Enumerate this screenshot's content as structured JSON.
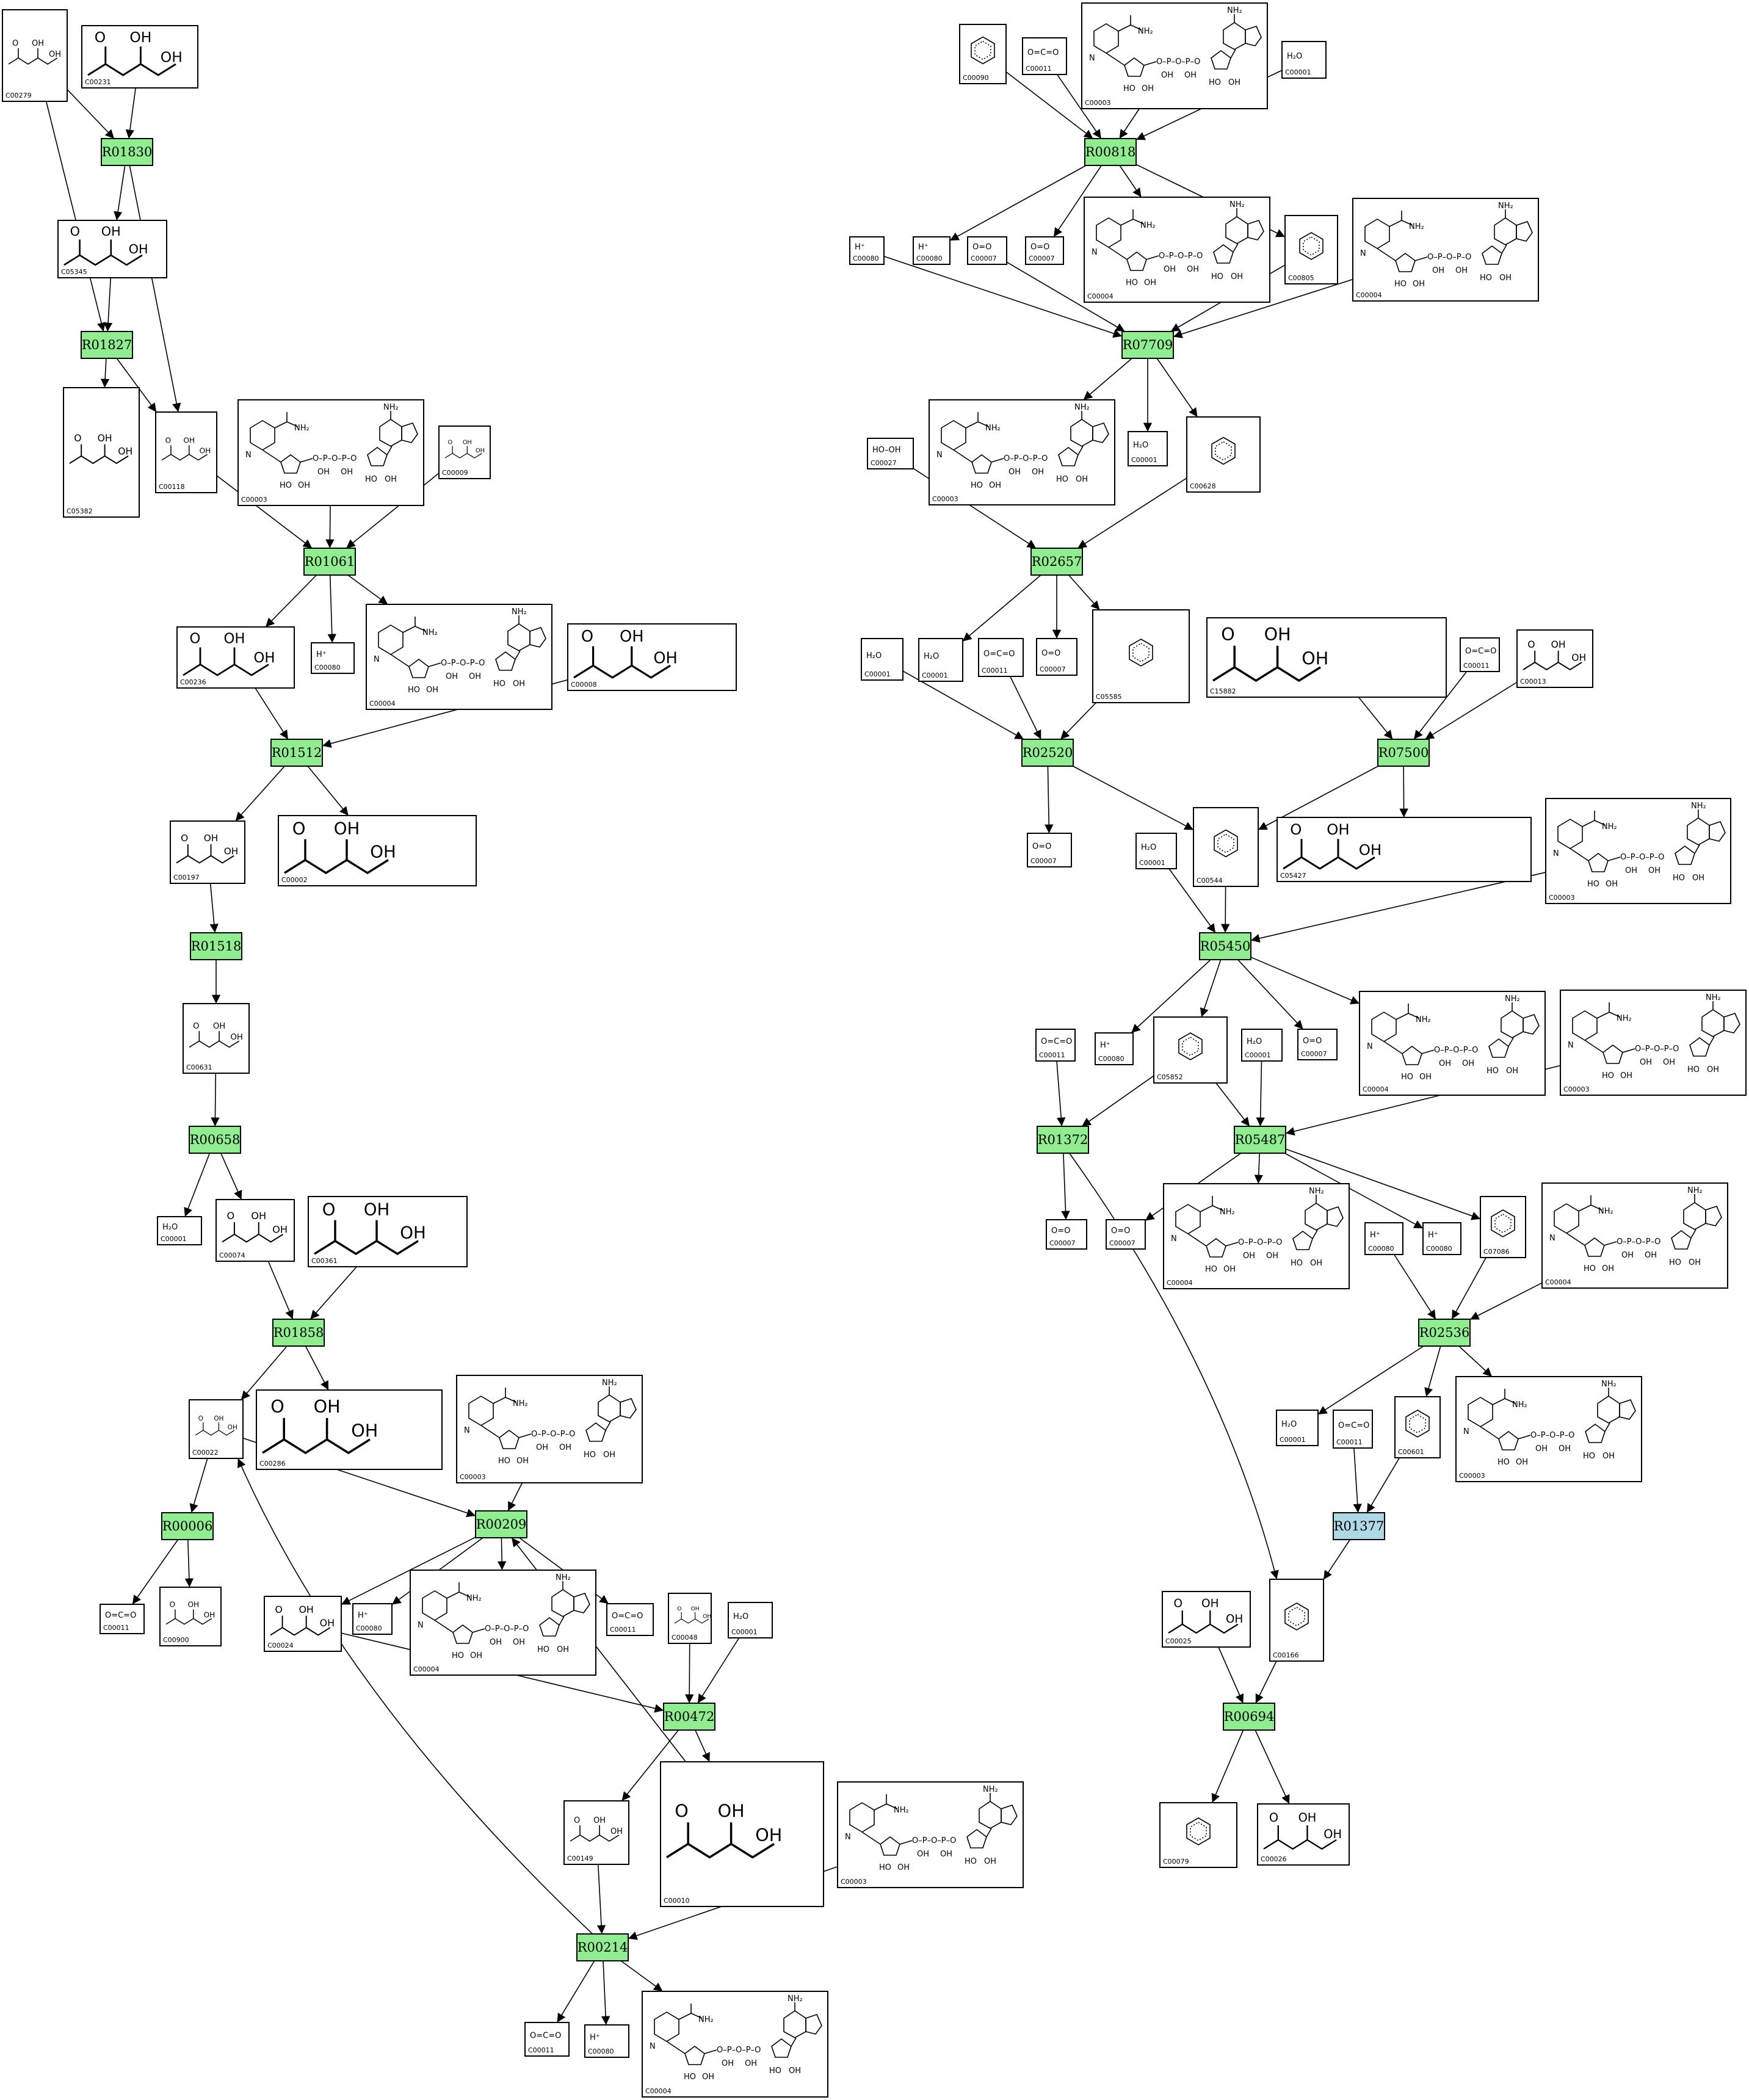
{
  "diagram": {
    "reactions": [
      {
        "id": "R01830",
        "type": "green"
      },
      {
        "id": "R01827",
        "type": "green"
      },
      {
        "id": "R01061",
        "type": "green"
      },
      {
        "id": "R01512",
        "type": "green"
      },
      {
        "id": "R01518",
        "type": "green"
      },
      {
        "id": "R00658",
        "type": "green"
      },
      {
        "id": "R01858",
        "type": "green"
      },
      {
        "id": "R00006",
        "type": "green"
      },
      {
        "id": "R00209",
        "type": "green"
      },
      {
        "id": "R00472",
        "type": "green"
      },
      {
        "id": "R00214",
        "type": "green"
      },
      {
        "id": "R00818",
        "type": "green"
      },
      {
        "id": "R07709",
        "type": "green"
      },
      {
        "id": "R02657",
        "type": "green"
      },
      {
        "id": "R02520",
        "type": "green"
      },
      {
        "id": "R07500",
        "type": "green"
      },
      {
        "id": "R05450",
        "type": "green"
      },
      {
        "id": "R01372",
        "type": "green"
      },
      {
        "id": "R05487",
        "type": "green"
      },
      {
        "id": "R02536",
        "type": "green"
      },
      {
        "id": "R01377",
        "type": "blue"
      },
      {
        "id": "R00694",
        "type": "green"
      }
    ],
    "compounds": [
      {
        "key": "c279",
        "id": "C00279",
        "formula": ""
      },
      {
        "key": "c231",
        "id": "C00231",
        "formula": ""
      },
      {
        "key": "c5345",
        "id": "C05345",
        "formula": ""
      },
      {
        "key": "c5382",
        "id": "C05382",
        "formula": ""
      },
      {
        "key": "c118",
        "id": "C00118",
        "formula": ""
      },
      {
        "key": "c3_a",
        "id": "C00003",
        "formula": ""
      },
      {
        "key": "c9_a",
        "id": "C00009",
        "formula": ""
      },
      {
        "key": "c236",
        "id": "C00236",
        "formula": ""
      },
      {
        "key": "c80_a",
        "id": "C00080",
        "formula": "H⁺"
      },
      {
        "key": "c4_a",
        "id": "C00004",
        "formula": ""
      },
      {
        "key": "c8",
        "id": "C00008",
        "formula": ""
      },
      {
        "key": "c197",
        "id": "C00197",
        "formula": ""
      },
      {
        "key": "c2",
        "id": "C00002",
        "formula": ""
      },
      {
        "key": "c631",
        "id": "C00631",
        "formula": ""
      },
      {
        "key": "c1_a",
        "id": "C00001",
        "formula": "H₂O"
      },
      {
        "key": "c74",
        "id": "C00074",
        "formula": ""
      },
      {
        "key": "c361",
        "id": "C00361",
        "formula": ""
      },
      {
        "key": "c22",
        "id": "C00022",
        "formula": ""
      },
      {
        "key": "c286",
        "id": "C00286",
        "formula": ""
      },
      {
        "key": "c3_b",
        "id": "C00003",
        "formula": ""
      },
      {
        "key": "c11_a",
        "id": "C00011",
        "formula": "O=C=O"
      },
      {
        "key": "c900",
        "id": "C00900",
        "formula": ""
      },
      {
        "key": "c24",
        "id": "C00024",
        "formula": ""
      },
      {
        "key": "c80_b",
        "id": "C00080",
        "formula": "H⁺"
      },
      {
        "key": "c4_b",
        "id": "C00004",
        "formula": ""
      },
      {
        "key": "c11_b",
        "id": "C00011",
        "formula": "O=C=O"
      },
      {
        "key": "c48",
        "id": "C00048",
        "formula": ""
      },
      {
        "key": "c1_b",
        "id": "C00001",
        "formula": "H₂O"
      },
      {
        "key": "c149",
        "id": "C00149",
        "formula": ""
      },
      {
        "key": "c10",
        "id": "C00010",
        "formula": ""
      },
      {
        "key": "c3_c",
        "id": "C00003",
        "formula": ""
      },
      {
        "key": "c11_c",
        "id": "C00011",
        "formula": "O=C=O"
      },
      {
        "key": "c80_c",
        "id": "C00080",
        "formula": "H⁺"
      },
      {
        "key": "c4_c",
        "id": "C00004",
        "formula": ""
      },
      {
        "key": "c90",
        "id": "C00090",
        "formula": ""
      },
      {
        "key": "c11_d",
        "id": "C00011",
        "formula": "O=C=O"
      },
      {
        "key": "c3_d",
        "id": "C00003",
        "formula": ""
      },
      {
        "key": "c1_c",
        "id": "C00001",
        "formula": "H₂O"
      },
      {
        "key": "c80_d",
        "id": "C00080",
        "formula": "H⁺"
      },
      {
        "key": "c80_e",
        "id": "C00080",
        "formula": "H⁺"
      },
      {
        "key": "c7_a",
        "id": "C00007",
        "formula": "O=O"
      },
      {
        "key": "c7_b",
        "id": "C00007",
        "formula": "O=O"
      },
      {
        "key": "c4_d",
        "id": "C00004",
        "formula": ""
      },
      {
        "key": "c805",
        "id": "C00805",
        "formula": ""
      },
      {
        "key": "c4_e",
        "id": "C00004",
        "formula": ""
      },
      {
        "key": "c27",
        "id": "C00027",
        "formula": "HO–OH"
      },
      {
        "key": "c3_e",
        "id": "C00003",
        "formula": ""
      },
      {
        "key": "c1_d",
        "id": "C00001",
        "formula": "H₂O"
      },
      {
        "key": "c628",
        "id": "C00628",
        "formula": ""
      },
      {
        "key": "c1_e",
        "id": "C00001",
        "formula": "H₂O"
      },
      {
        "key": "c1_f",
        "id": "C00001",
        "formula": "H₂O"
      },
      {
        "key": "c11_e",
        "id": "C00011",
        "formula": "O=C=O"
      },
      {
        "key": "c7_c",
        "id": "C00007",
        "formula": "O=O"
      },
      {
        "key": "c5585",
        "id": "C05585",
        "formula": ""
      },
      {
        "key": "c15882",
        "id": "C15882",
        "formula": ""
      },
      {
        "key": "c11_f",
        "id": "C00011",
        "formula": "O=C=O"
      },
      {
        "key": "c13",
        "id": "C00013",
        "formula": ""
      },
      {
        "key": "c7_d",
        "id": "C00007",
        "formula": "O=O"
      },
      {
        "key": "c1_g",
        "id": "C00001",
        "formula": "H₂O"
      },
      {
        "key": "c544",
        "id": "C00544",
        "formula": ""
      },
      {
        "key": "c5427",
        "id": "C05427",
        "formula": ""
      },
      {
        "key": "c3_f",
        "id": "C00003",
        "formula": ""
      },
      {
        "key": "c11_g",
        "id": "C00011",
        "formula": "O=C=O"
      },
      {
        "key": "c80_f",
        "id": "C00080",
        "formula": "H⁺"
      },
      {
        "key": "c5852",
        "id": "C05852",
        "formula": ""
      },
      {
        "key": "c1_h",
        "id": "C00001",
        "formula": "H₂O"
      },
      {
        "key": "c7_e",
        "id": "C00007",
        "formula": "O=O"
      },
      {
        "key": "c4_f",
        "id": "C00004",
        "formula": ""
      },
      {
        "key": "c3_g",
        "id": "C00003",
        "formula": ""
      },
      {
        "key": "c7_f",
        "id": "C00007",
        "formula": "O=O"
      },
      {
        "key": "c7_g",
        "id": "C00007",
        "formula": "O=O"
      },
      {
        "key": "c4_g",
        "id": "C00004",
        "formula": ""
      },
      {
        "key": "c80_g",
        "id": "C00080",
        "formula": "H⁺"
      },
      {
        "key": "c80_h",
        "id": "C00080",
        "formula": "H⁺"
      },
      {
        "key": "c7086",
        "id": "C07086",
        "formula": ""
      },
      {
        "key": "c4_h",
        "id": "C00004",
        "formula": ""
      },
      {
        "key": "c1_i",
        "id": "C00001",
        "formula": "H₂O"
      },
      {
        "key": "c11_h",
        "id": "C00011",
        "formula": "O=C=O"
      },
      {
        "key": "c601",
        "id": "C00601",
        "formula": ""
      },
      {
        "key": "c3_h",
        "id": "C00003",
        "formula": ""
      },
      {
        "key": "c25",
        "id": "C00025",
        "formula": ""
      },
      {
        "key": "c166",
        "id": "C00166",
        "formula": ""
      },
      {
        "key": "c79",
        "id": "C00079",
        "formula": ""
      },
      {
        "key": "c26",
        "id": "C00026",
        "formula": ""
      }
    ]
  }
}
